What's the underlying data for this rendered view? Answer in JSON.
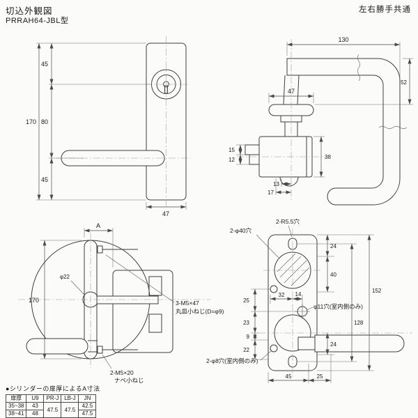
{
  "header": {
    "title": "切込外観図",
    "model": "PRRAH64-JBL型",
    "hand_note": "左右勝手共通"
  },
  "front_view": {
    "h45_top": "45",
    "h80": "80",
    "h45_bot": "45",
    "h170": "170",
    "w47": "47"
  },
  "handle_view": {
    "w130": "130",
    "w47": "47",
    "h52": "52",
    "h38": "38",
    "h15": "15",
    "h12": "12",
    "w13": "13",
    "w17": "17"
  },
  "side_view": {
    "dimA": "A",
    "h170": "170",
    "phi22": "φ22",
    "note1a": "3-M5×47",
    "note1b": "丸皿小ねじ(D=φ9)",
    "note2a": "2-M5×20",
    "note2b": "ナベ小ねじ"
  },
  "plate_view": {
    "note_slot": "2-R5.5穴",
    "note_phi40": "2-φ40穴",
    "note_phi11": "φ11穴(室内側のみ)",
    "note_phi8": "2-φ8穴(室内側のみ)",
    "v24_top": "24",
    "v40": "40",
    "v128": "128",
    "v152": "152",
    "v24_bottom": "24",
    "h32": "32",
    "h14": "14",
    "v25": "25",
    "v23": "23",
    "v9": "9",
    "v22": "22",
    "b45": "45",
    "b25": "25"
  },
  "table": {
    "title": "●シリンダーの扉厚によるA寸法",
    "headers": [
      "扉厚",
      "U9",
      "PR-J",
      "LB-J",
      "JN"
    ],
    "rows": {
      "r1": {
        "thickness": "35~38",
        "u9": "43",
        "prj": "47.5",
        "lbj": "47.5",
        "jn": "42.5"
      },
      "r2": {
        "thickness": "38~41",
        "u9": "48",
        "jn": "47.5"
      }
    }
  }
}
